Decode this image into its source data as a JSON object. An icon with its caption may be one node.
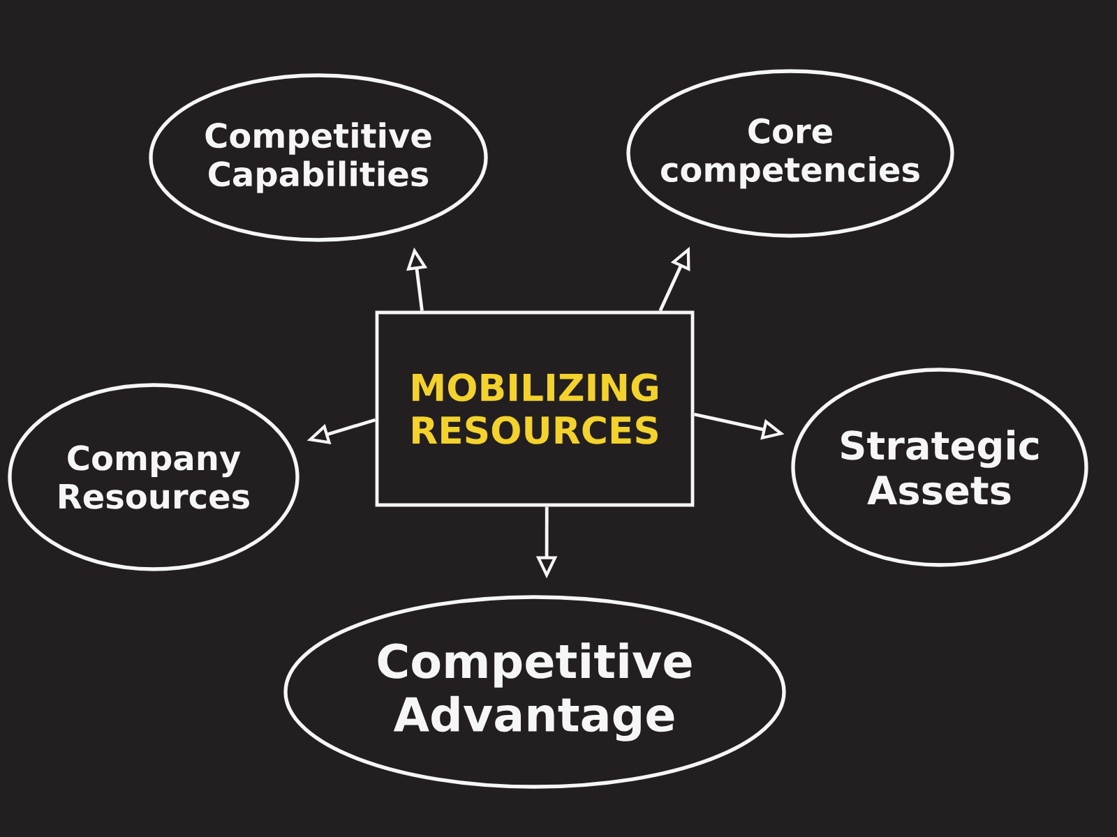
{
  "diagram": {
    "nodes": [
      {
        "text": [
          "Competitive Capabilities"
        ]
      },
      {
        "text": [
          "Core competencies"
        ]
      },
      {
        "text": [
          "Company Resources"
        ]
      },
      {
        "text": [
          "MOBILIZING RESOURCES"
        ]
      },
      {
        "text": [
          "Strategic Assets"
        ]
      },
      {
        "text": [
          "Competitive Advantage"
        ]
      }
    ],
    "edges": [
      {
        "from": 3,
        "to": 0,
        "arrow": "to"
      },
      {
        "from": 3,
        "to": 1,
        "arrow": "to"
      },
      {
        "from": 3,
        "to": 2,
        "arrow": "to"
      },
      {
        "from": 3,
        "to": 4,
        "arrow": "to"
      },
      {
        "from": 3,
        "to": 5,
        "arrow": "to"
      }
    ]
  }
}
